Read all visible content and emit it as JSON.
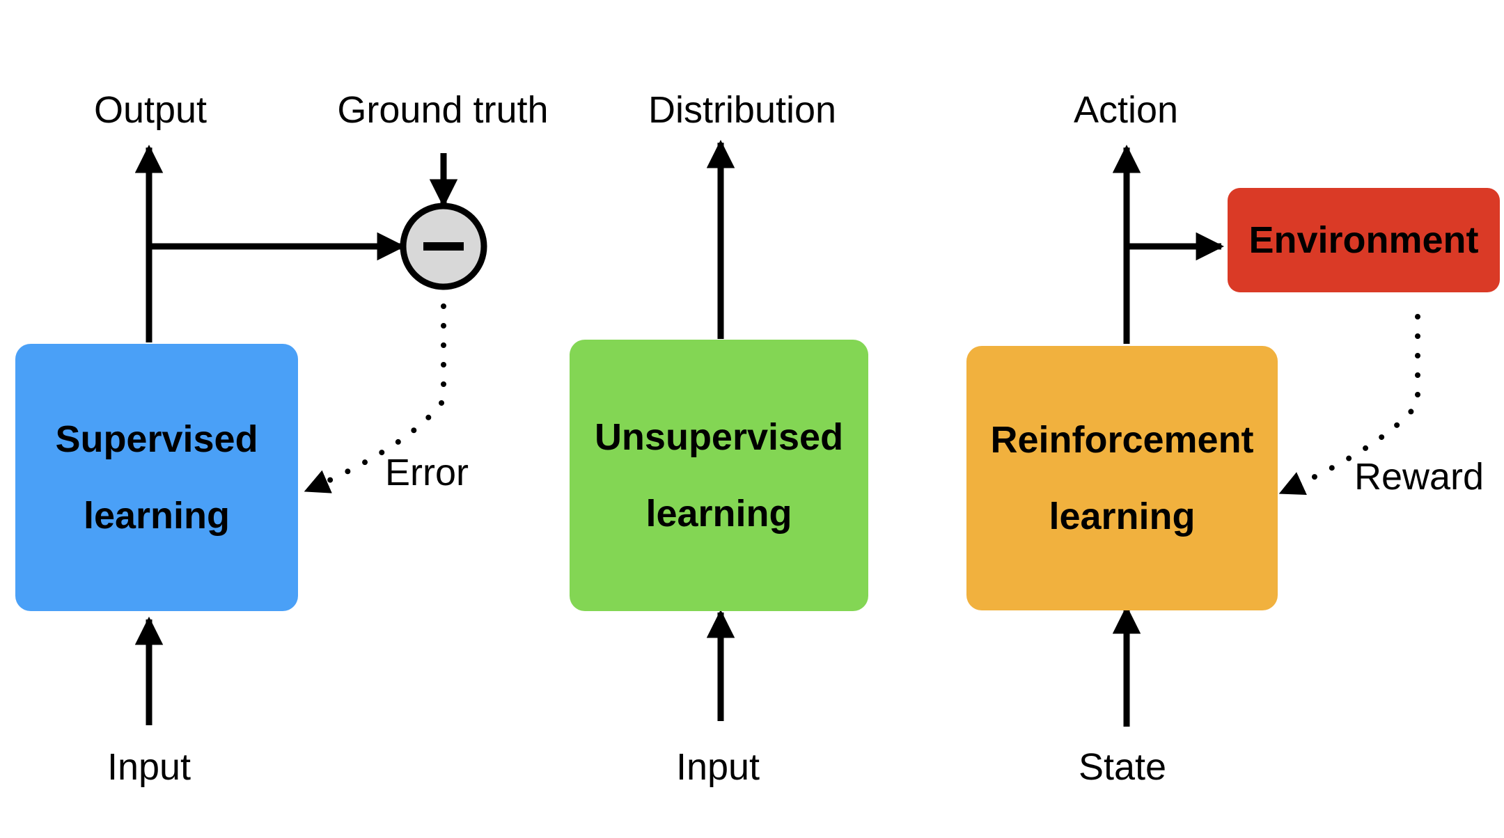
{
  "supervised": {
    "box_line1": "Supervised",
    "box_line2": "learning",
    "output_label": "Output",
    "ground_truth_label": "Ground truth",
    "error_label": "Error",
    "input_label": "Input",
    "box_color": "#4aa0f7"
  },
  "unsupervised": {
    "box_line1": "Unsupervised",
    "box_line2": "learning",
    "output_label": "Distribution",
    "input_label": "Input",
    "box_color": "#83d654"
  },
  "reinforcement": {
    "box_line1": "Reinforcement",
    "box_line2": "learning",
    "output_label": "Action",
    "environment_label": "Environment",
    "reward_label": "Reward",
    "input_label": "State",
    "box_color": "#f1b13e",
    "environment_color": "#da3a26"
  },
  "minus_node": {
    "icon": "minus-circle-icon",
    "fill_color": "#d8d8d8"
  }
}
